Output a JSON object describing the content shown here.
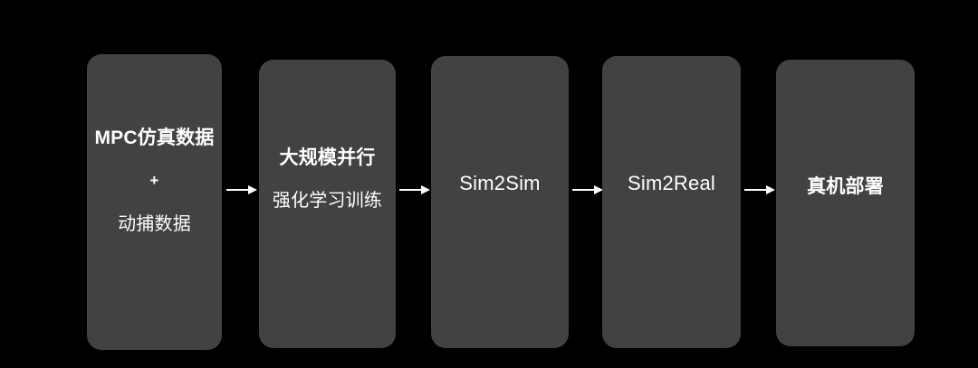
{
  "canvas": {
    "background_color": "#000000",
    "node_fill_color": "#424242",
    "text_color": "#ffffff",
    "arrow_color": "#ffffff"
  },
  "pipeline": {
    "nodes": [
      {
        "id": "data-sources",
        "lines": [
          {
            "text": "MPC仿真数据",
            "weight": "bold"
          },
          {
            "text": "+",
            "weight": "bold"
          },
          {
            "text": "动捕数据",
            "weight": "normal"
          }
        ]
      },
      {
        "id": "rl-training",
        "lines": [
          {
            "text": "大规模并行",
            "weight": "bold"
          },
          {
            "text": "强化学习训练",
            "weight": "normal"
          }
        ]
      },
      {
        "id": "sim2sim",
        "lines": [
          {
            "text": "Sim2Sim",
            "weight": "normal"
          }
        ]
      },
      {
        "id": "sim2real",
        "lines": [
          {
            "text": "Sim2Real",
            "weight": "normal"
          }
        ]
      },
      {
        "id": "real-robot-deploy",
        "lines": [
          {
            "text": "真机部署",
            "weight": "bold"
          }
        ]
      }
    ],
    "connectors": [
      {
        "id": "arrow-1",
        "icon": "arrow-right-icon",
        "from": "data-sources",
        "to": "rl-training"
      },
      {
        "id": "arrow-2",
        "icon": "arrow-right-icon",
        "from": "rl-training",
        "to": "sim2sim"
      },
      {
        "id": "arrow-3",
        "icon": "arrow-right-icon",
        "from": "sim2sim",
        "to": "sim2real"
      },
      {
        "id": "arrow-4",
        "icon": "arrow-right-icon",
        "from": "sim2real",
        "to": "real-robot-deploy"
      }
    ]
  }
}
